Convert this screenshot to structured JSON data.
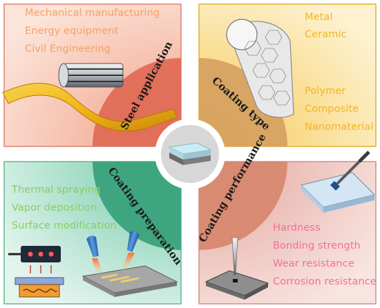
{
  "quadrants": {
    "steel_application": {
      "title": "Steel application",
      "items": [
        "Mechanical manufacturing",
        "Energy equipment",
        "Civil Engineering"
      ],
      "color": "#f6a062"
    },
    "coating_type": {
      "title": "Coating type",
      "items": [
        "Metal",
        "Ceramic",
        "Polymer",
        "Composite",
        "Nanomaterial"
      ],
      "color": "#f3b521"
    },
    "coating_preparation": {
      "title": "Coating preparation",
      "items": [
        "Thermal spraying",
        "Vapor deposition",
        "Surface modification"
      ],
      "color": "#87cf5a"
    },
    "coating_performance": {
      "title": "Coating performance",
      "items": [
        "Hardness",
        "Bonding strength",
        "Wear resistance",
        "Corrosion resistance"
      ],
      "color": "#f36f9a"
    }
  },
  "colors": {
    "steel_panel": "#f7c3b0",
    "type_panel": "#fbe09c",
    "prep_panel": "#a8dcc6",
    "perf_panel": "#efc4be",
    "center_ring": "#d8d8d8"
  }
}
